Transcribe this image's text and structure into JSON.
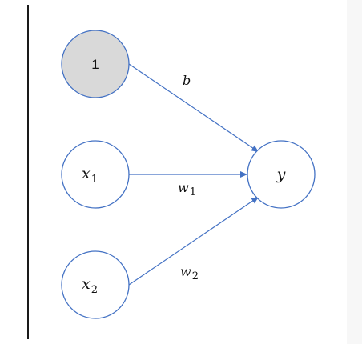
{
  "diagram": {
    "nodes": {
      "bias": {
        "label": "1",
        "fill": "#d9d9d9"
      },
      "x1": {
        "label": "x",
        "sub": "1",
        "fill": "#ffffff"
      },
      "x2": {
        "label": "x",
        "sub": "2",
        "fill": "#ffffff"
      },
      "y": {
        "label": "y",
        "fill": "#ffffff"
      }
    },
    "edges": {
      "bias_y": {
        "label": "b"
      },
      "x1_y": {
        "label": "w",
        "sub": "1"
      },
      "x2_y": {
        "label": "w",
        "sub": "2"
      }
    },
    "colors": {
      "node_stroke": "#4472c4",
      "edge_stroke": "#4472c4"
    }
  }
}
